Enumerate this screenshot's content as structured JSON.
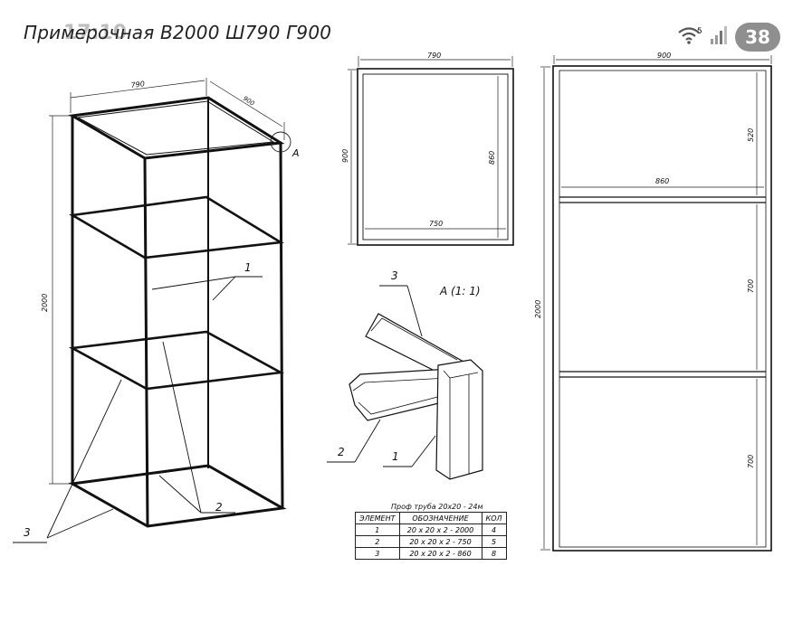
{
  "header": {
    "title": "Примерочная В2000 Ш790 Г900",
    "clock": "17:10",
    "notification_badge": "38",
    "wifi_label": "5"
  },
  "iso_view": {
    "dim_width": "790",
    "dim_depth": "900",
    "dim_height": "2000",
    "detail_ref": "A",
    "callout_1": "1",
    "callout_2": "2",
    "callout_3": "3"
  },
  "top_view": {
    "dim_top": "790",
    "dim_left": "900",
    "dim_inner_height": "860",
    "dim_inner_width": "750"
  },
  "front_view": {
    "dim_top": "900",
    "dim_total_height": "2000",
    "dim_section_top": "520",
    "dim_inner_width": "860",
    "dim_section_mid": "700",
    "dim_section_bottom": "700"
  },
  "detail_view": {
    "label": "A (1: 1)",
    "callout_1": "1",
    "callout_2": "2",
    "callout_3": "3"
  },
  "spec_table": {
    "caption": "Проф труба 20х20 - 24м",
    "headers": [
      "ЭЛЕМЕНТ",
      "ОБОЗНАЧЕНИЕ",
      "КОЛ"
    ],
    "rows": [
      [
        "1",
        "20 х 20 х 2 - 2000",
        "4"
      ],
      [
        "2",
        "20 х 20 х 2 - 750",
        "5"
      ],
      [
        "3",
        "20 х 20 х 2 - 860",
        "8"
      ]
    ]
  }
}
